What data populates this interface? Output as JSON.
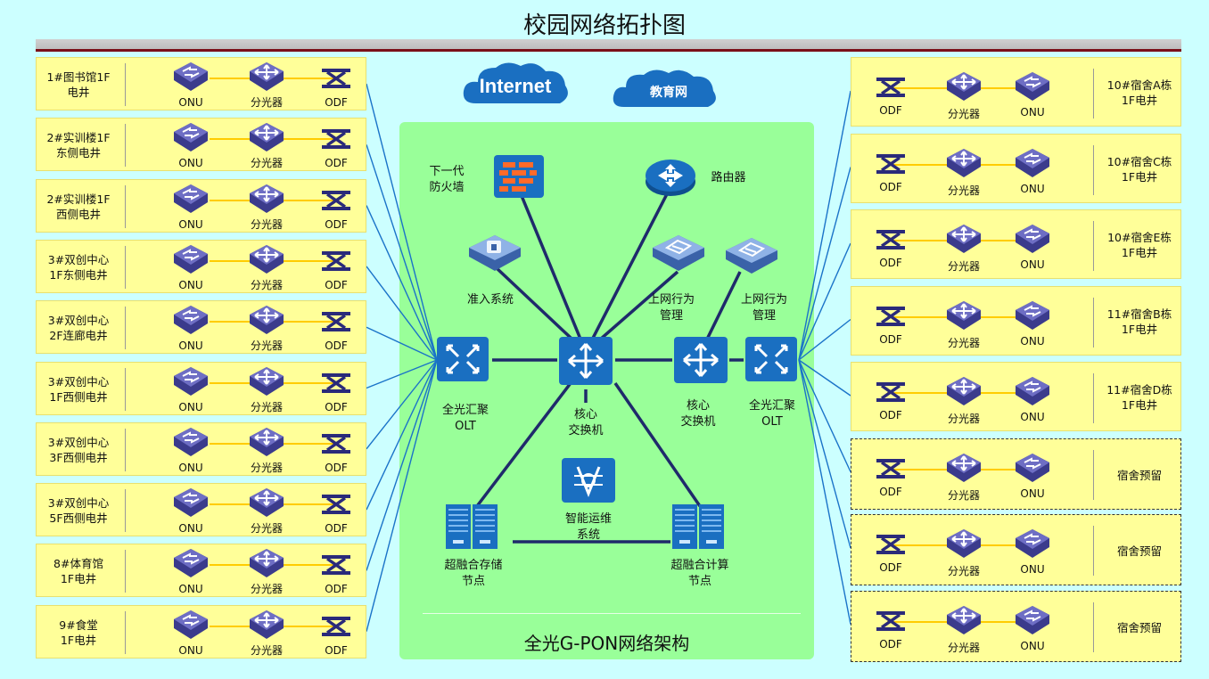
{
  "title": "校园网络拓扑图",
  "left_rows": [
    {
      "label": "1#图书馆1F\n电井",
      "onu": "ONU",
      "splitter": "分光器",
      "odf": "ODF"
    },
    {
      "label": "2#实训楼1F\n东侧电井",
      "onu": "ONU",
      "splitter": "分光器",
      "odf": "ODF"
    },
    {
      "label": "2#实训楼1F\n西侧电井",
      "onu": "ONU",
      "splitter": "分光器",
      "odf": "ODF"
    },
    {
      "label": "3#双创中心\n1F东侧电井",
      "onu": "ONU",
      "splitter": "分光器",
      "odf": "ODF"
    },
    {
      "label": "3#双创中心\n2F连廊电井",
      "onu": "ONU",
      "splitter": "分光器",
      "odf": "ODF"
    },
    {
      "label": "3#双创中心\n1F西侧电井",
      "onu": "ONU",
      "splitter": "分光器",
      "odf": "ODF"
    },
    {
      "label": "3#双创中心\n3F西侧电井",
      "onu": "ONU",
      "splitter": "分光器",
      "odf": "ODF"
    },
    {
      "label": "3#双创中心\n5F西侧电井",
      "onu": "ONU",
      "splitter": "分光器",
      "odf": "ODF"
    },
    {
      "label": "8#体育馆\n1F电井",
      "onu": "ONU",
      "splitter": "分光器",
      "odf": "ODF"
    },
    {
      "label": "9#食堂\n1F电井",
      "onu": "ONU",
      "splitter": "分光器",
      "odf": "ODF"
    }
  ],
  "right_rows": [
    {
      "label": "10#宿舍A栋\n1F电井",
      "onu": "ONU",
      "splitter": "分光器",
      "odf": "ODF",
      "reserved": false
    },
    {
      "label": "10#宿舍C栋\n1F电井",
      "onu": "ONU",
      "splitter": "分光器",
      "odf": "ODF",
      "reserved": false
    },
    {
      "label": "10#宿舍E栋\n1F电井",
      "onu": "ONU",
      "splitter": "分光器",
      "odf": "ODF",
      "reserved": false
    },
    {
      "label": "11#宿舍B栋\n1F电井",
      "onu": "ONU",
      "splitter": "分光器",
      "odf": "ODF",
      "reserved": false
    },
    {
      "label": "11#宿舍D栋\n1F电井",
      "onu": "ONU",
      "splitter": "分光器",
      "odf": "ODF",
      "reserved": false
    },
    {
      "label": "宿舍预留",
      "onu": "ONU",
      "splitter": "分光器",
      "odf": "ODF",
      "reserved": true
    },
    {
      "label": "宿舍预留",
      "onu": "ONU",
      "splitter": "分光器",
      "odf": "ODF",
      "reserved": true
    },
    {
      "label": "宿舍预留",
      "onu": "ONU",
      "splitter": "分光器",
      "odf": "ODF",
      "reserved": true
    }
  ],
  "core": {
    "internet": "Internet",
    "edu_net": "教育网",
    "firewall": "下一代\n防火墙",
    "router": "路由器",
    "access_system": "准入系统",
    "behavior_mgmt_1": "上网行为\n管理",
    "behavior_mgmt_2": "上网行为\n管理",
    "olt_left": "全光汇聚\nOLT",
    "core_switch_1": "核心\n交换机",
    "core_switch_2": "核心\n交换机",
    "olt_right": "全光汇聚\nOLT",
    "ops_system": "智能运维\n系统",
    "storage_node": "超融合存储\n节点",
    "compute_node": "超融合计算\n节点",
    "architecture_title": "全光G-PON网络架构"
  },
  "colors": {
    "background": "#ccffff",
    "row_box": "#ffff99",
    "core_panel": "#99ff99",
    "fiber": "#ffcc00",
    "link": "#1f2a6b",
    "uplink": "#1a73c8",
    "device_blue": "#1a6fc1",
    "onu_purple": "#5a5aa8",
    "title_bar_accent": "#7a1018"
  }
}
